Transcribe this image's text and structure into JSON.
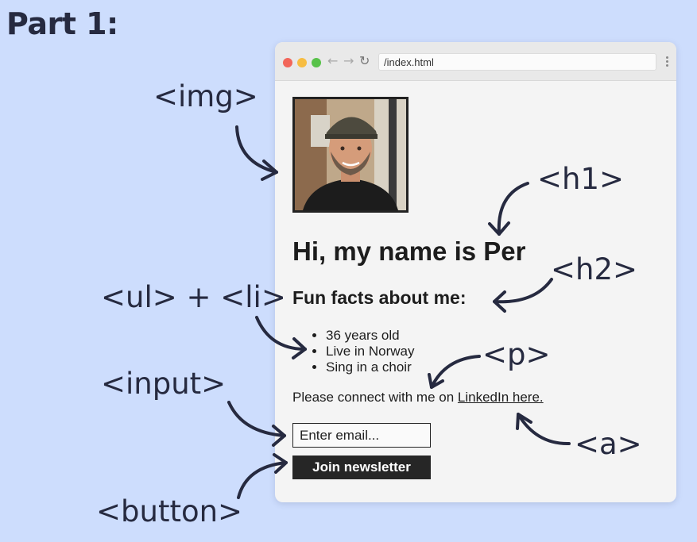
{
  "heading": "Part 1:",
  "browser": {
    "url": "/index.html",
    "window_controls": [
      "close",
      "minimize",
      "maximize"
    ],
    "nav_icons": {
      "back": "←",
      "forward": "→",
      "reload": "↻"
    }
  },
  "page": {
    "photo_alt": "Profile photo of Per",
    "h1": "Hi, my name is Per",
    "h2": "Fun facts about me:",
    "facts": [
      "36 years old",
      "Live in Norway",
      "Sing in a choir"
    ],
    "paragraph_text": "Please connect with me on ",
    "link_text": "LinkedIn here.",
    "email_placeholder": "Enter email...",
    "button_label": "Join newsletter"
  },
  "annotations": {
    "img": "<img>",
    "h1": "<h1>",
    "h2": "<h2>",
    "ul_li": "<ul> + <li>",
    "p": "<p>",
    "input": "<input>",
    "a": "<a>",
    "button": "<button>"
  },
  "colors": {
    "background": "#cdddfd",
    "annotation_text": "#262a40",
    "button_bg": "#262626"
  }
}
